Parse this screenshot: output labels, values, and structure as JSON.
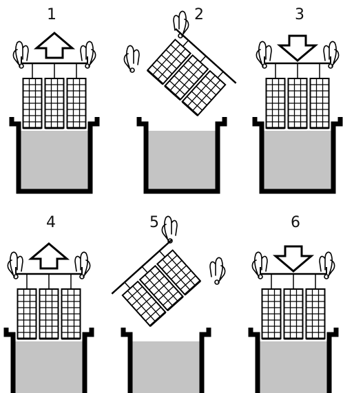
{
  "steps": [
    {
      "label": "1",
      "pose": "lift",
      "arrow": "up"
    },
    {
      "label": "2",
      "pose": "tilt-left",
      "arrow": "none"
    },
    {
      "label": "3",
      "pose": "lower",
      "arrow": "down"
    },
    {
      "label": "4",
      "pose": "lift",
      "arrow": "up"
    },
    {
      "label": "5",
      "pose": "tilt-right",
      "arrow": "none"
    },
    {
      "label": "6",
      "pose": "lower",
      "arrow": "down"
    }
  ],
  "colors": {
    "ink": "#000000",
    "liquid": "#c4c4c4",
    "background": "#ffffff"
  }
}
